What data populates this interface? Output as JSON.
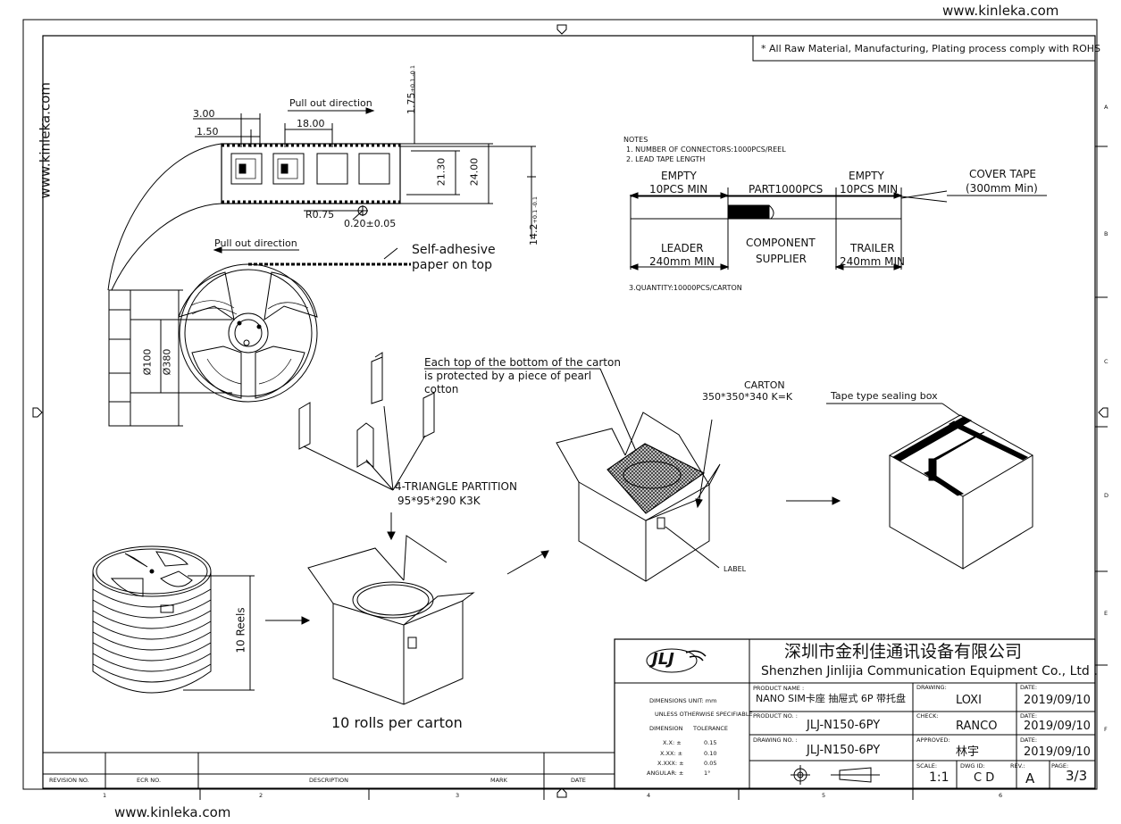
{
  "site": {
    "top": "www.kinleka.com",
    "side": "www.kinleka.com",
    "bottom": "www.kinleka.com"
  },
  "rohs_note": "* All Raw Material, Manufacturing, Plating process comply with ROHS",
  "tape": {
    "pull_out_1": "Pull out direction",
    "dim_3": "3.00",
    "dim_150": "1.50",
    "dim_18": "18.00",
    "dim_175_base": "1.75",
    "dim_175_tol": "+0.1 -0.1",
    "dim_2130": "21.30",
    "dim_24": "24.00",
    "dim_142_base": "14.2",
    "dim_142_tol": "+0.1 -0.1",
    "r075": "R0.75",
    "t020": "0.20±0.05"
  },
  "reel": {
    "pull_out_2": "Pull out direction",
    "self_adhesive_1": "Self-adhesive",
    "self_adhesive_2": "paper on top",
    "d100": "Ø100",
    "d380": "Ø380"
  },
  "notes": {
    "title": "NOTES",
    "n1": "1. NUMBER OF CONNECTORS:1000PCS/REEL",
    "n2": "2. LEAD TAPE LENGTH",
    "empty_a": "EMPTY",
    "empty_a2": "10PCS MIN",
    "part": "PART1000PCS",
    "empty_b": "EMPTY",
    "empty_b2": "10PCS MIN",
    "cover_1": "COVER TAPE",
    "cover_2": "(300mm Min)",
    "leader_1": "LEADER",
    "leader_2": "240mm MIN",
    "comp_1": "COMPONENT",
    "comp_2": "SUPPLIER",
    "trailer_1": "TRAILER",
    "trailer_2": "240mm MIN",
    "n3": "3.QUANTITY:10000PCS/CARTON"
  },
  "packing": {
    "pearl_1": "Each top of the bottom of the carton",
    "pearl_2": "is protected by a piece of pearl",
    "pearl_3": "cotton",
    "partition_1": "4-TRIANGLE PARTITION",
    "partition_2": "95*95*290 K3K",
    "carton_1": "CARTON",
    "carton_2": "350*350*340 K=K",
    "sealing": "Tape type sealing box",
    "label": "LABEL",
    "reels10": "10 Reels",
    "rolls": "10 rolls per carton"
  },
  "title_block": {
    "logo": "JLJ",
    "company_cn": "深圳市金利佳通讯设备有限公司",
    "company_en": "Shenzhen Jinlijia Communication Equipment Co., Ltd .",
    "dim_unit": "DIMENSIONS UNIT:  mm",
    "unless": "UNLESS OTHERWISE SPECIFIABLE",
    "dimension": "DIMENSION",
    "tolerance": "TOLERANCE",
    "tol_rows": [
      {
        "k": "X.X: ±",
        "v": "0.15"
      },
      {
        "k": "X.XX: ±",
        "v": "0.10"
      },
      {
        "k": "X.XXX: ±",
        "v": "0.05"
      },
      {
        "k": "ANGULAR: ±",
        "v": "1°"
      }
    ],
    "product_name_label": "PRODUCT NAME :",
    "product_name": "NANO SIM卡座 抽屉式 6P 带托盘",
    "product_no_label": "PRODUCT NO. :",
    "product_no": "JLJ-N150-6PY",
    "drawing_no_label": "DRAWING NO. :",
    "drawing_no": "JLJ-N150-6PY",
    "drawing_label": "DRAWING:",
    "drawing": "LOXI",
    "check_label": "CHECK:",
    "check": "RANCO",
    "approved_label": "APPROVED:",
    "approved": "林宇",
    "date_label": "DATE:",
    "date1": "2019/09/10",
    "date2": "2019/09/10",
    "date3": "2019/09/10",
    "scale_label": "SCALE:",
    "scale": "1:1",
    "dwg_label": "DWG ID:",
    "dwg": "C D",
    "rev_label": "REV.:",
    "rev": "A",
    "page_label": "PAGE:",
    "page": "3/3"
  },
  "revision_table": {
    "revision_no": "REVISION NO.",
    "ecr_no": "ECR NO.",
    "description": "DESCRIPTION",
    "mark": "MARK",
    "date": "DATE"
  },
  "zones_x": [
    "1",
    "2",
    "3",
    "4",
    "5",
    "6"
  ],
  "zones_y": [
    "A",
    "B",
    "C",
    "D",
    "E",
    "F"
  ]
}
